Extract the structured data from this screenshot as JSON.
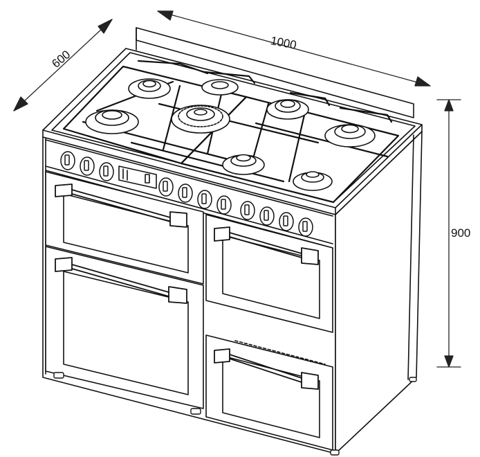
{
  "dimensions": {
    "width": "1000",
    "depth": "600",
    "height": "900"
  },
  "colors": {
    "line": "#111111",
    "panel": "#ffffff",
    "dim_line": "#222222"
  }
}
